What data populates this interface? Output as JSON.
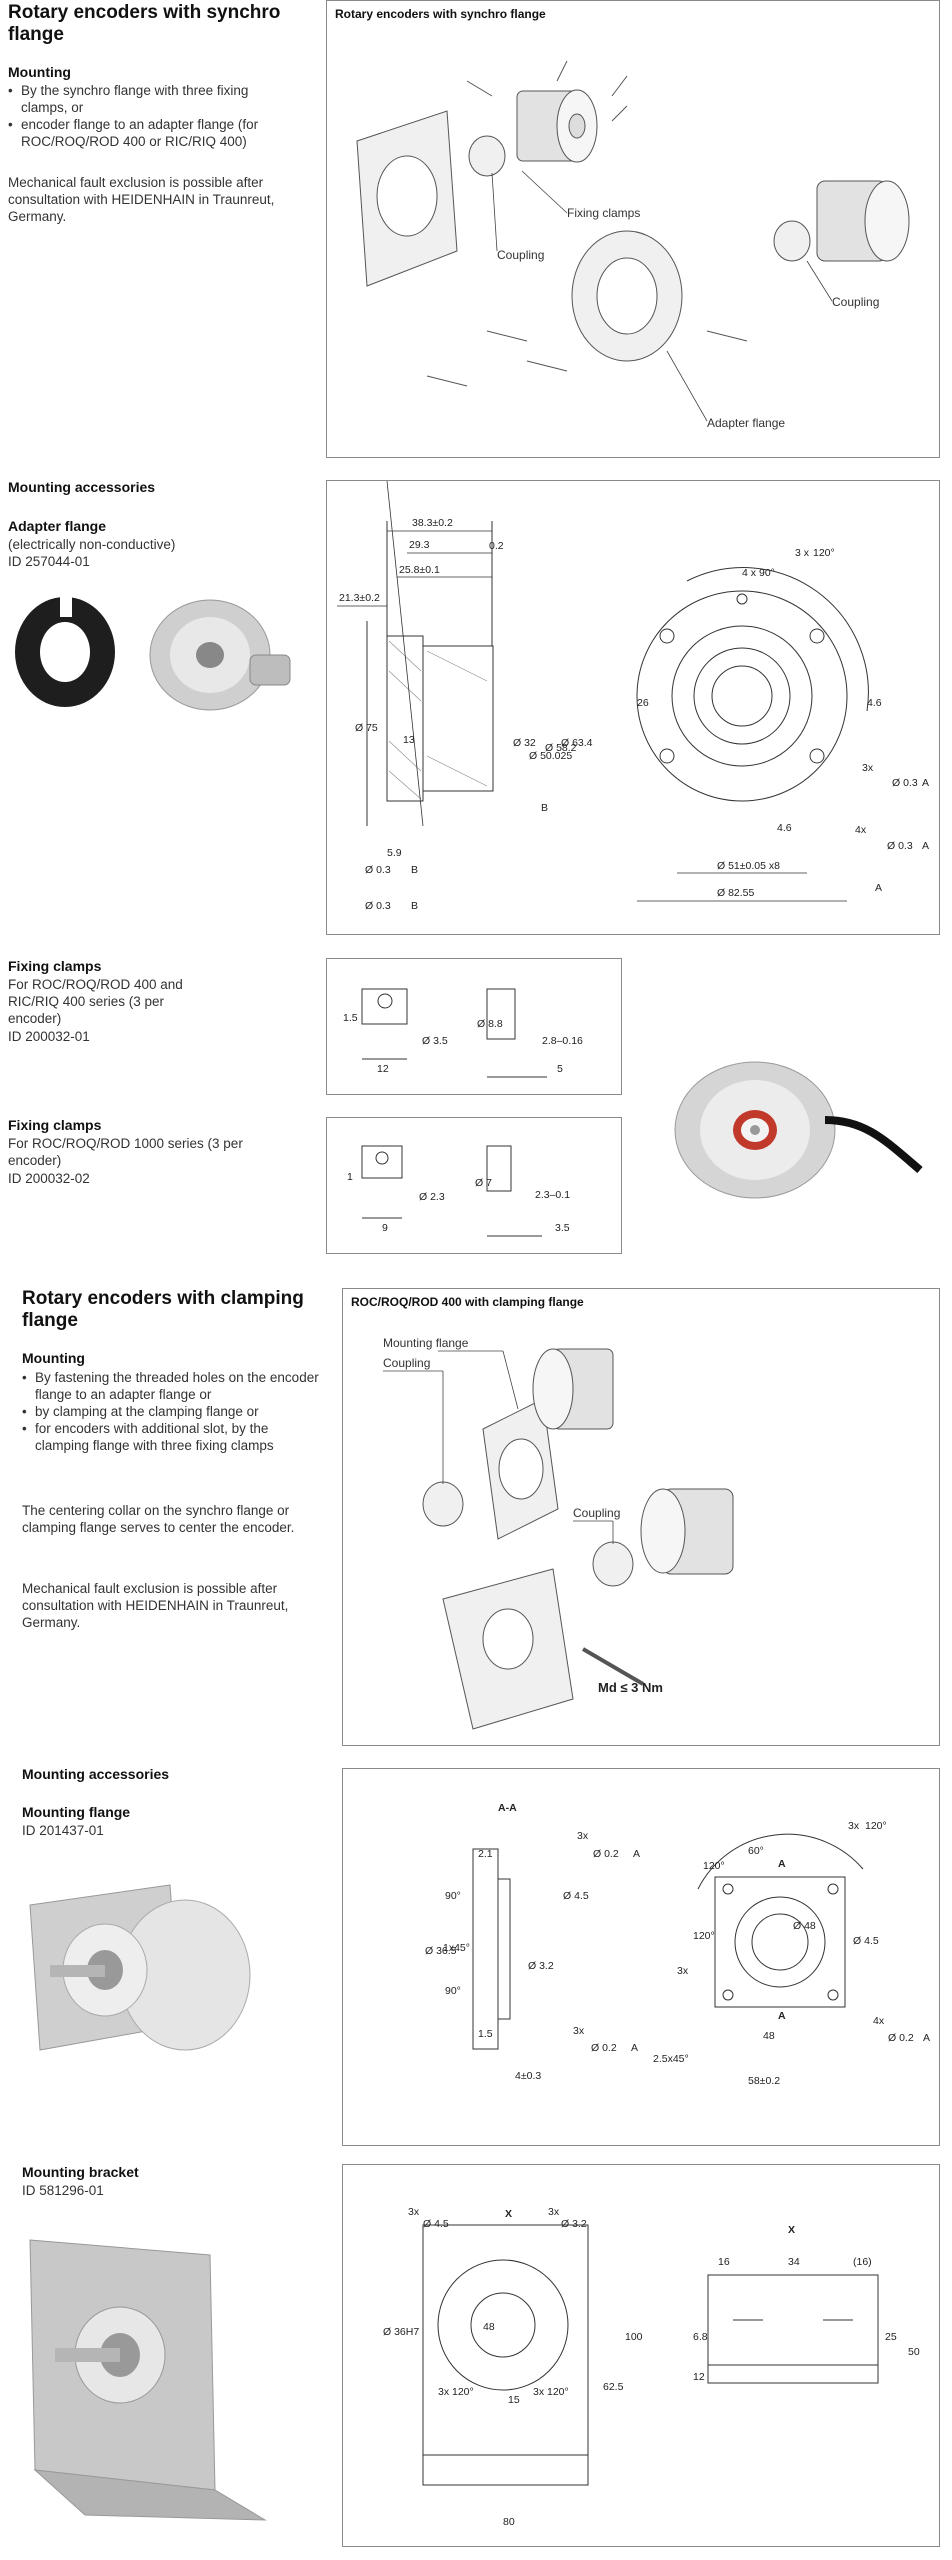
{
  "s1": {
    "title_line1": "Rotary encoders with synchro",
    "title_line2": "flange",
    "mounting_heading": "Mounting",
    "bullets": [
      "By the synchro flange with three fixing clamps, or",
      "encoder flange to an adapter flange (for ROC/ROQ/ROD 400 or RIC/RIQ 400)"
    ],
    "note": "Mechanical fault exclusion is possible after consultation with HEIDENHAIN in Traunreut, Germany.",
    "box_title": "Rotary encoders with synchro flange",
    "callouts": [
      "Fixing clamps",
      "Coupling",
      "Coupling",
      "Adapter flange"
    ]
  },
  "s2": {
    "heading": "Mounting accessories",
    "item": "Adapter flange",
    "desc": "(electrically non-conductive)",
    "id": "ID 257044-01",
    "dims": [
      "38.3±0.2",
      "29.3",
      "25.8±0.1",
      "21.3±0.2",
      "0.2",
      "Ø 75",
      "13",
      "Ø 32",
      "Ø 50.025",
      "Ø 58.2",
      "Ø 63.4",
      "B",
      "5.9",
      "3 x",
      "120°",
      "4 x",
      "90°",
      "26",
      "4.6",
      "3x",
      "Ø 0.3",
      "A",
      "4.6",
      "4x",
      "Ø 0.3",
      "A",
      "Ø 51±0.05 x8",
      "Ø 0.3",
      "B",
      "Ø 82.55",
      "Ø 0.3",
      "B",
      "A"
    ]
  },
  "s3": {
    "item1": "Fixing clamps",
    "desc1": "For ROC/ROQ/ROD 400 and RIC/RIQ 400 series (3 per encoder)",
    "id1": "ID 200032-01",
    "dims1": [
      "1.5",
      "Ø 3.5",
      "12",
      "Ø 8.8",
      "2.8–0.16",
      "5"
    ],
    "item2": "Fixing clamps",
    "desc2": "For ROC/ROQ/ROD 1000 series (3 per encoder)",
    "id2": "ID 200032-02",
    "dims2": [
      "1",
      "Ø 2.3",
      "9",
      "Ø 7",
      "2.3–0.1",
      "3.5"
    ]
  },
  "s4": {
    "title_line1": "Rotary encoders with clamping",
    "title_line2": "flange",
    "mounting_heading": "Mounting",
    "bullets": [
      "By fastening the threaded holes on the encoder flange to an adapter flange or",
      "by clamping at the clamping flange or",
      "for encoders with additional slot, by the clamping flange with three fixing clamps"
    ],
    "note1": "The centering collar on the synchro flange or clamping flange serves to center the encoder.",
    "note2": "Mechanical fault exclusion is possible after consultation with HEIDENHAIN in Traunreut, Germany.",
    "box_title": "ROC/ROQ/ROD 400 with clamping flange",
    "callouts": [
      "Mounting flange",
      "Coupling",
      "Coupling",
      "Md ≤ 3 Nm"
    ]
  },
  "s5": {
    "heading": "Mounting accessories",
    "item": "Mounting flange",
    "id": "ID 201437-01",
    "dims": [
      "A-A",
      "2.1",
      "3x",
      "Ø 0.2",
      "A",
      "90°",
      "Ø 36.5",
      "1x45°",
      "Ø 3.2",
      "Ø 4.5",
      "90°",
      "1.5",
      "3x",
      "Ø 0.2",
      "A",
      "4±0.3",
      "3x",
      "120°",
      "A",
      "120°",
      "60°",
      "3x",
      "120°",
      "Ø 48",
      "Ø 4.5",
      "48",
      "4x",
      "Ø 0.2",
      "A",
      "2.5x45°",
      "58±0.2",
      "A"
    ]
  },
  "s6": {
    "item": "Mounting bracket",
    "id": "ID 581296-01",
    "dims": [
      "3x",
      "Ø 4.5",
      "X",
      "3x",
      "Ø 3.2",
      "Ø 36H7",
      "48",
      "3x 120°",
      "15",
      "3x 120°",
      "62.5",
      "100",
      "80",
      "X",
      "16",
      "34",
      "(16)",
      "6.8",
      "25",
      "50",
      "12"
    ]
  }
}
